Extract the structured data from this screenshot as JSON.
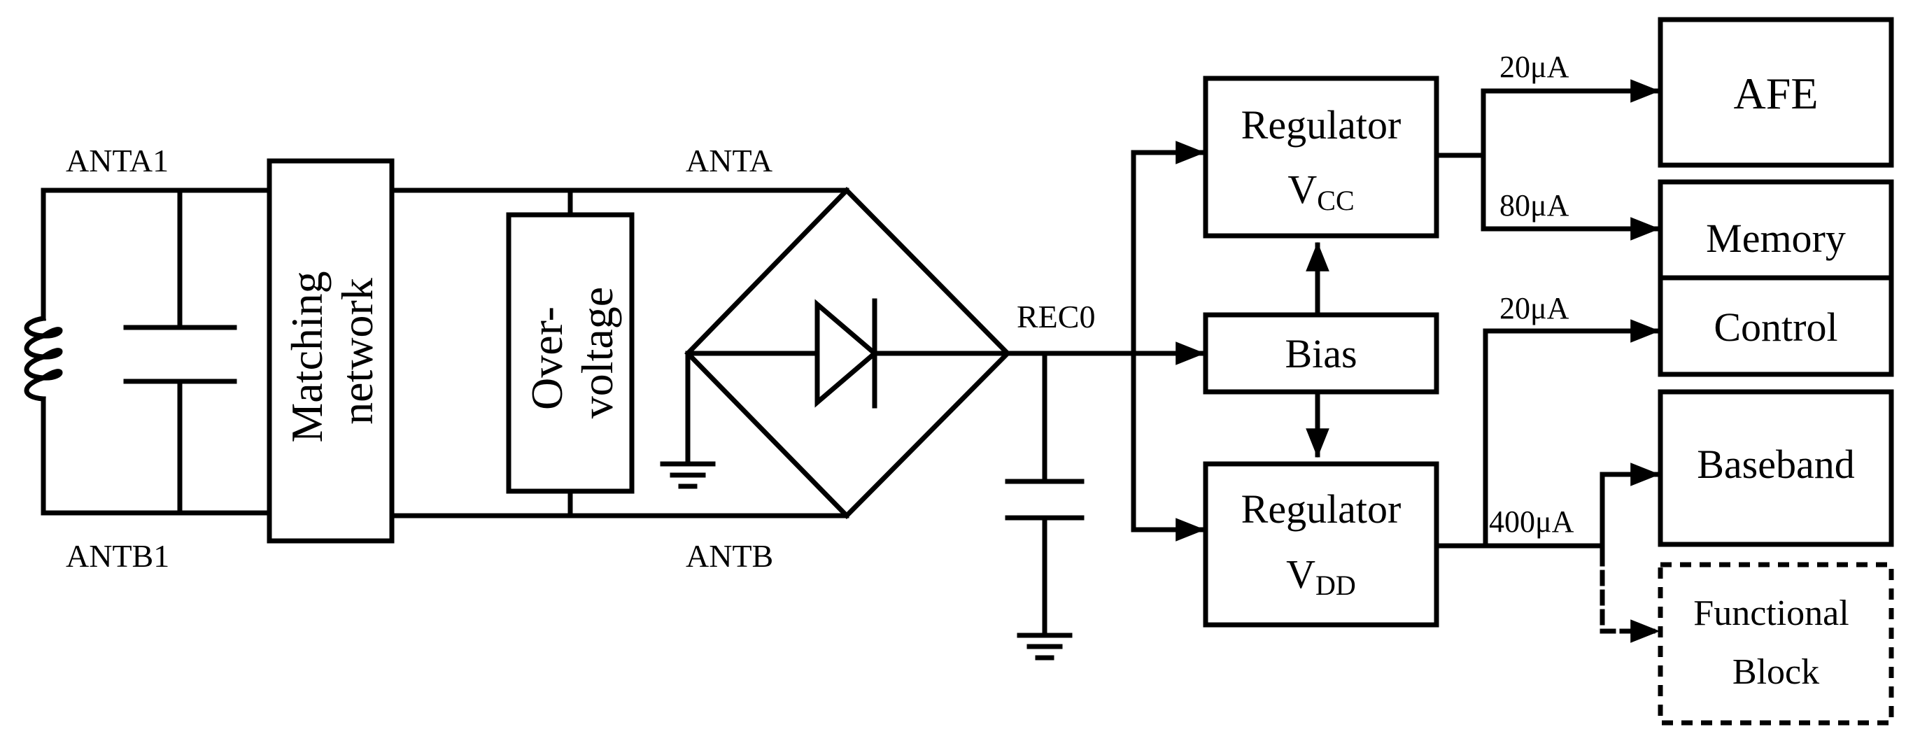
{
  "nodes": {
    "anta1": "ANTA1",
    "antb1": "ANTB1",
    "anta": "ANTA",
    "antb": "ANTB",
    "rec0": "REC0"
  },
  "blocks": {
    "matching_line1": "Matching",
    "matching_line2": "network",
    "overvoltage_line1": "Over-",
    "overvoltage_line2": "voltage",
    "regulator_vcc_title": "Regulator",
    "regulator_vcc_v": "V",
    "regulator_vcc_sub": "CC",
    "bias": "Bias",
    "regulator_vdd_title": "Regulator",
    "regulator_vdd_v": "V",
    "regulator_vdd_sub": "DD",
    "afe": "AFE",
    "memory": "Memory",
    "control": "Control",
    "baseband": "Baseband",
    "functional_line1": "Functional",
    "functional_line2": "Block"
  },
  "currents": {
    "afe": "20μA",
    "memory": "80μA",
    "control": "20μA",
    "baseband": "400μA"
  }
}
